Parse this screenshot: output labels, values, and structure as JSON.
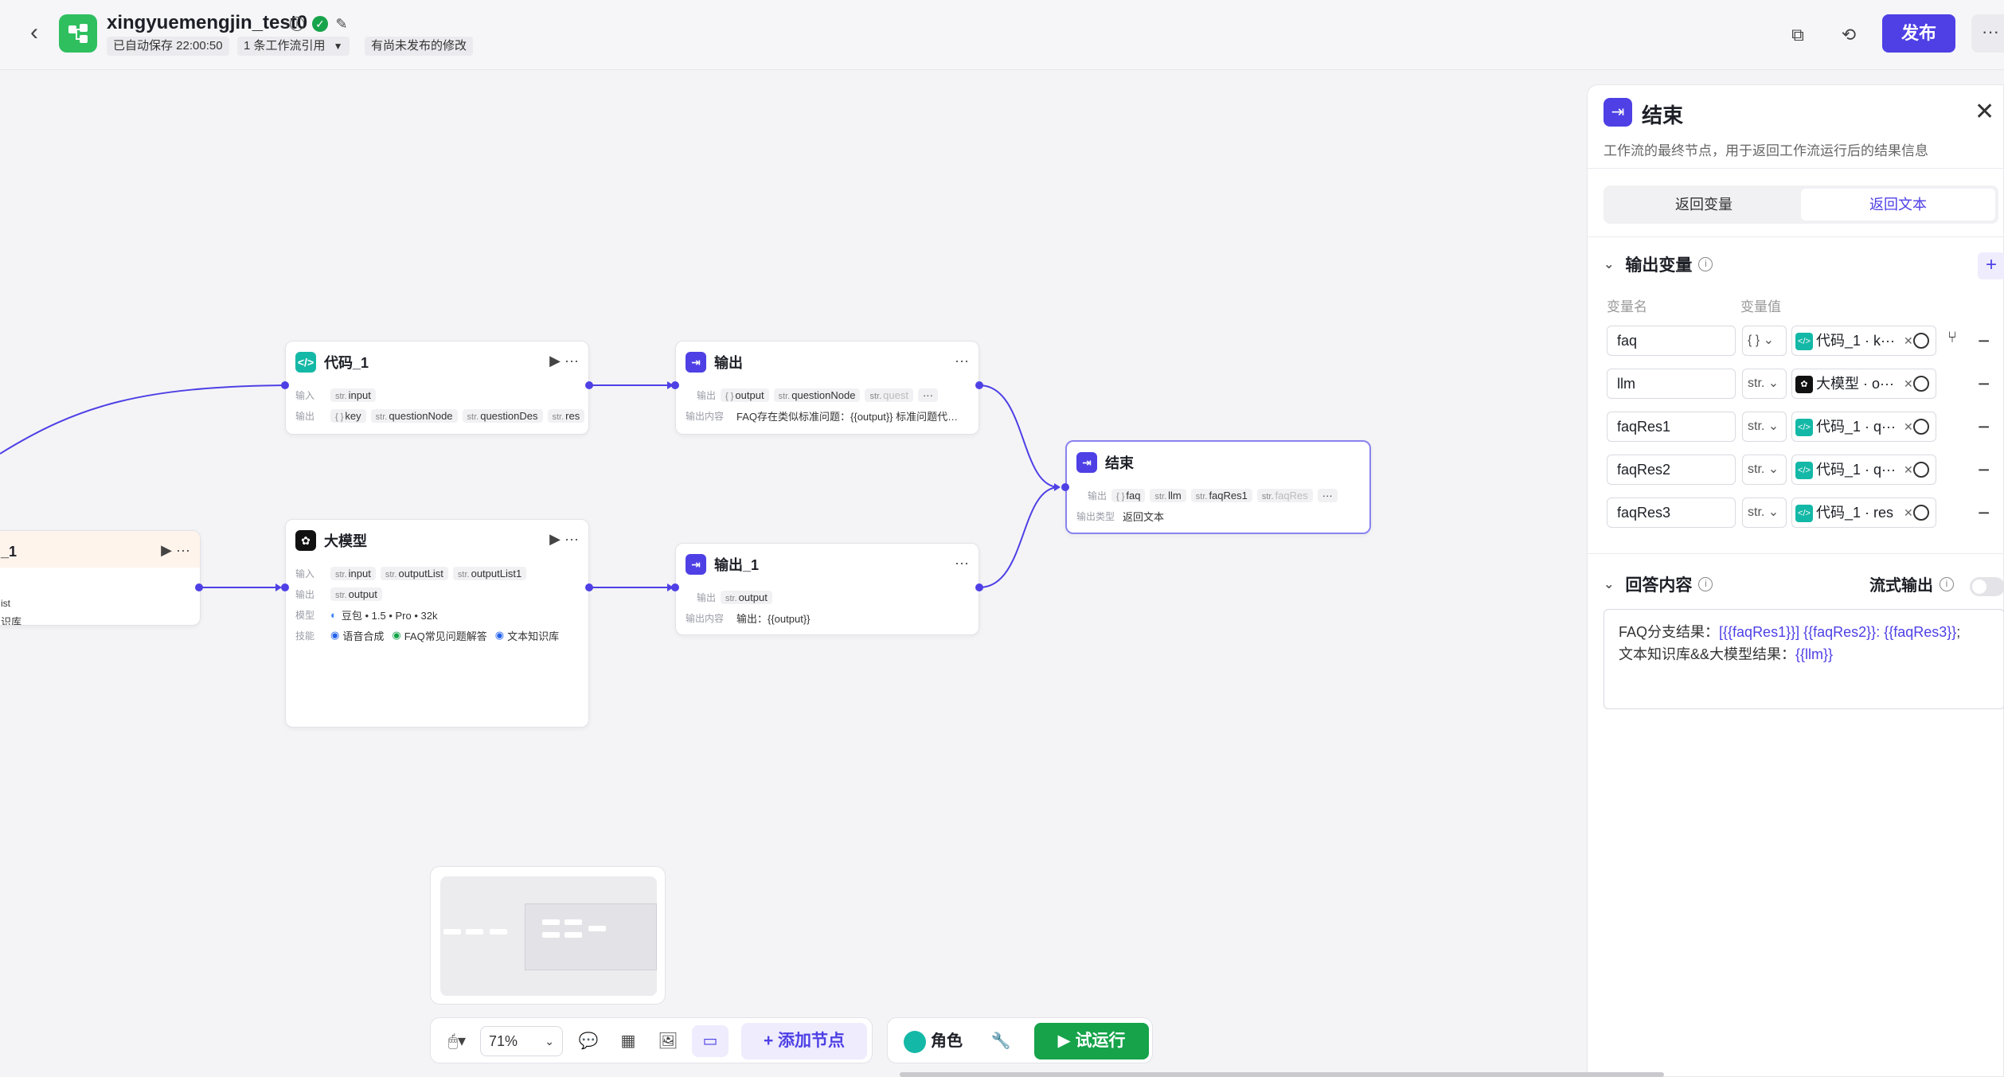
{
  "header": {
    "title": "xingyuemengjin_test0",
    "autosave": "已自动保存 22:00:50",
    "workflow_ref": "1 条工作流引用",
    "unpublished": "有尚未发布的修改",
    "publish": "发布"
  },
  "nodes": {
    "code1": {
      "title": "代码_1",
      "in_label": "输入",
      "out_label": "输出",
      "inputs": [
        "input"
      ],
      "outputs": [
        "key",
        "questionNode",
        "questionDes",
        "res"
      ],
      "output_types": [
        "{ }",
        "str.",
        "str.",
        "str."
      ]
    },
    "llm": {
      "title": "大模型",
      "in_label": "输入",
      "out_label": "输出",
      "model_label": "模型",
      "skill_label": "技能",
      "inputs": [
        "input",
        "outputList",
        "outputList1"
      ],
      "outputs": [
        "output"
      ],
      "model": "豆包 • 1.5 • Pro • 32k",
      "skills": [
        "语音合成",
        "FAQ常见问题解答",
        "文本知识库"
      ]
    },
    "out": {
      "title": "输出",
      "out_label": "输出",
      "content_label": "输出内容",
      "outputs": [
        "output",
        "questionNode",
        "quest"
      ],
      "content": "FAQ存在类似标准问题：{{output}} 标准问题代…"
    },
    "out1": {
      "title": "输出_1",
      "out_label": "输出",
      "content_label": "输出内容",
      "outputs": [
        "output"
      ],
      "content": "输出：{{output}}"
    },
    "end": {
      "title": "结束",
      "out_label": "输出",
      "type_label": "输出类型",
      "outputs": [
        "faq",
        "llm",
        "faqRes1",
        "faqRes"
      ],
      "type": "返回文本"
    },
    "partial": {
      "title": "_1",
      "line1": "ist",
      "line2": "识库"
    }
  },
  "toolbar": {
    "zoom": "71%",
    "add_node": "添加节点",
    "role": "角色",
    "test_run": "试运行"
  },
  "panel": {
    "title": "结束",
    "desc": "工作流的最终节点，用于返回工作流运行后的结果信息",
    "tabs": [
      "返回变量",
      "返回文本"
    ],
    "active_tab": 1,
    "output_section": "输出变量",
    "col_name": "变量名",
    "col_value": "变量值",
    "variables": [
      {
        "name": "faq",
        "type": "{ }",
        "source": "代码_1 · k···",
        "icon": "code"
      },
      {
        "name": "llm",
        "type": "str.",
        "source": "大模型 · o···",
        "icon": "llm"
      },
      {
        "name": "faqRes1",
        "type": "str.",
        "source": "代码_1 · q···",
        "icon": "code"
      },
      {
        "name": "faqRes2",
        "type": "str.",
        "source": "代码_1 · q···",
        "icon": "code"
      },
      {
        "name": "faqRes3",
        "type": "str.",
        "source": "代码_1 · res",
        "icon": "code"
      }
    ],
    "answer_section": "回答内容",
    "stream_label": "流式输出",
    "stream_on": false,
    "answer_line1_prefix": "FAQ分支结果：",
    "answer_line1_vars": "[{{faqRes1}}] {{faqRes2}}: {{faqRes3}}",
    "answer_line1_suffix": ";",
    "answer_line2_prefix": "文本知识库&&大模型结果：",
    "answer_line2_vars": "{{llm}}"
  },
  "colors": {
    "accent": "#4e40e5",
    "code_node": "#14b8a6",
    "run_button": "#16a34a"
  }
}
